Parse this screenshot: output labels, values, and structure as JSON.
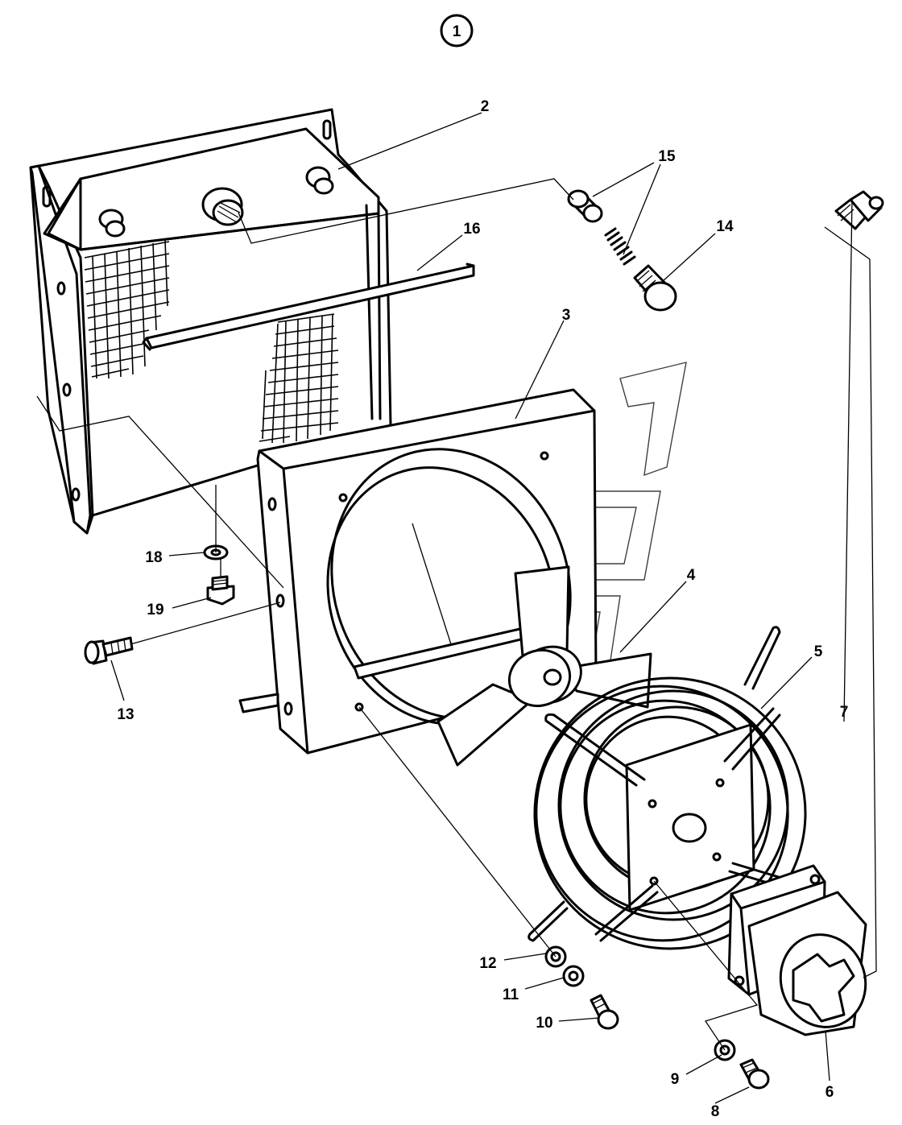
{
  "figure": {
    "number": "1"
  },
  "callouts": [
    {
      "id": "2",
      "label": "2"
    },
    {
      "id": "3",
      "label": "3"
    },
    {
      "id": "4",
      "label": "4"
    },
    {
      "id": "5",
      "label": "5"
    },
    {
      "id": "6",
      "label": "6"
    },
    {
      "id": "7",
      "label": "7"
    },
    {
      "id": "8",
      "label": "8"
    },
    {
      "id": "9",
      "label": "9"
    },
    {
      "id": "10",
      "label": "10"
    },
    {
      "id": "11",
      "label": "11"
    },
    {
      "id": "12",
      "label": "12"
    },
    {
      "id": "13",
      "label": "13"
    },
    {
      "id": "14",
      "label": "14"
    },
    {
      "id": "15",
      "label": "15"
    },
    {
      "id": "16",
      "label": "16"
    },
    {
      "id": "18",
      "label": "18"
    },
    {
      "id": "19",
      "label": "19"
    }
  ]
}
